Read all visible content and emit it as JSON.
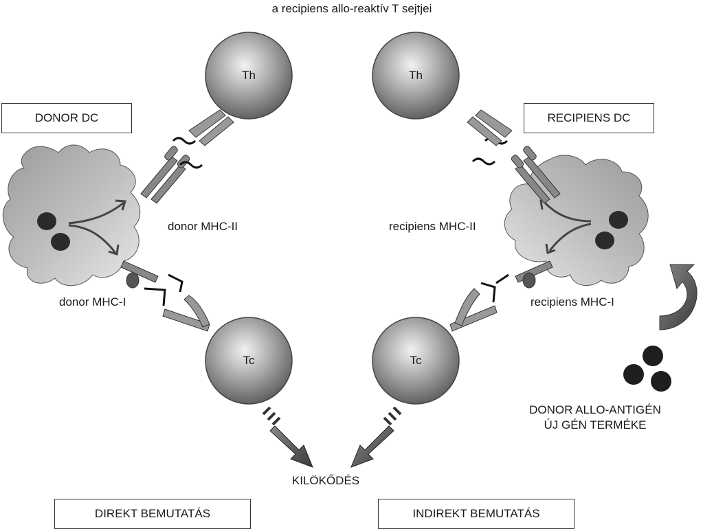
{
  "top_label": "a recipiens allo-reaktív T sejtjei",
  "left": {
    "box": "DONOR DC",
    "mhc2": "donor MHC-II",
    "mhc1": "donor MHC-I",
    "th": "Th",
    "tc": "Tc",
    "bottom_box": "DIREKT BEMUTATÁS"
  },
  "right": {
    "box": "RECIPIENS DC",
    "mhc2": "recipiens MHC-II",
    "mhc1": "recipiens MHC-I",
    "th": "Th",
    "tc": "Tc",
    "bottom_box": "INDIREKT BEMUTATÁS"
  },
  "center_label": "KILÖKŐDÉS",
  "antigen_label": [
    "DONOR ALLO-ANTIGÉN",
    "ÚJ GÉN TERMÉKE"
  ]
}
